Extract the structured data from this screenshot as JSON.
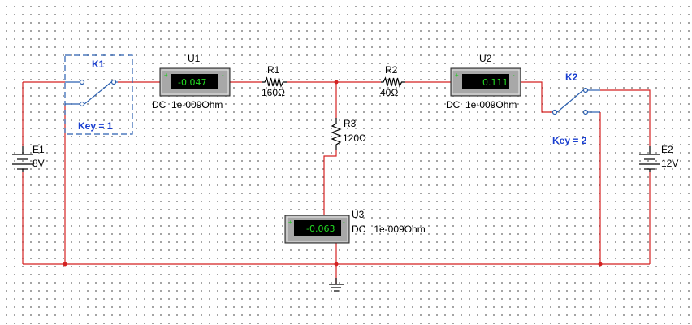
{
  "components": {
    "E1": {
      "name": "E1",
      "value": "8V"
    },
    "E2": {
      "name": "E2",
      "value": "12V"
    },
    "K1": {
      "name": "K1",
      "key": "Key = 1"
    },
    "K2": {
      "name": "K2",
      "key": "Key = 2"
    },
    "U1": {
      "name": "U1",
      "reading": "-0.047",
      "spec": "DC  1e-009Ohm"
    },
    "U2": {
      "name": "U2",
      "reading": "0.111",
      "spec": "DC  1e-009Ohm"
    },
    "U3": {
      "name": "U3",
      "reading": "-0.063",
      "spec": "DC   1e-009Ohm"
    },
    "R1": {
      "name": "R1",
      "value": "160Ω"
    },
    "R2": {
      "name": "R2",
      "value": "40Ω"
    },
    "R3": {
      "name": "R3",
      "value": "120Ω"
    }
  },
  "colors": {
    "wire": "#d42222",
    "switch": "#2a5fb0",
    "label_blue": "#1a3fd0",
    "meter_display": "#000000",
    "meter_text": "#22dd22"
  }
}
